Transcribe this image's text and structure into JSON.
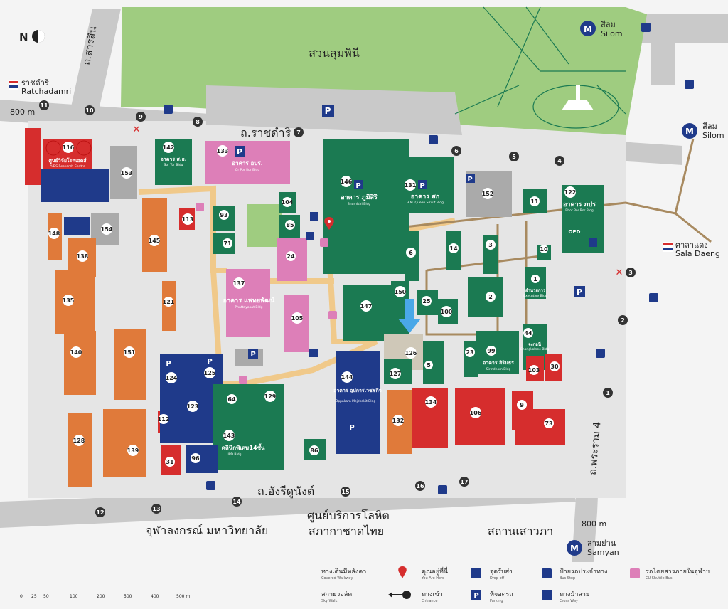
{
  "north_symbol": "N",
  "park": {
    "name": "สวนลุมพินี"
  },
  "roads": {
    "ratchadamri": "ถ.ราชดำริ",
    "sarasin": "ถ.สารสิน",
    "henri_dunant": "ถ.อังรีดูนังต์",
    "rama4": "ถ.พระราม 4"
  },
  "places": {
    "chula": "จุฬาลงกรณ์ มหาวิทยาลัย",
    "blood_line1": "ศูนย์บริการโลหิต",
    "blood_line2": "สภากาชาดไทย",
    "snake_farm": "สถานเสาวภา"
  },
  "stations": {
    "ratchadamri_th": "ราชดำริ",
    "ratchadamri_en": "Ratchadamri",
    "silom_top_th": "สีลม",
    "silom_top_en": "Silom",
    "silom_right_th": "สีลม",
    "silom_right_en": "Silom",
    "saladaeng_th": "ศาลาแดง",
    "saladaeng_en": "Sala Daeng",
    "samyan_th": "สามย่าน",
    "samyan_en": "Samyan",
    "mrt_letter": "M"
  },
  "distances": {
    "left": "800 m",
    "bottom": "800 m"
  },
  "gates": [
    "1",
    "2",
    "3",
    "4",
    "5",
    "6",
    "7",
    "8",
    "9",
    "10",
    "11",
    "12",
    "13",
    "14",
    "15",
    "16",
    "17"
  ],
  "buildings": {
    "b116": {
      "num": "116",
      "name": "ศูนย์วิจัยโรคเอดส์",
      "sub": "AIDS Research Centre"
    },
    "b142": {
      "num": "142",
      "name": "อาคาร ส.ธ.",
      "sub": "Sor Tor Bldg"
    },
    "b133": {
      "num": "133",
      "name": "อาคาร อปร.",
      "sub": "Or Por Ror Bldg"
    },
    "b146": {
      "num": "146",
      "name": "อาคาร ภูมิสิริ",
      "sub": "Bhumisiri Bldg"
    },
    "b131": {
      "num": "131",
      "name": "อาคาร สก",
      "sub": "H.M. Queen Sirikit Bldg"
    },
    "b122": {
      "num": "122",
      "name": "อาคาร ภปร",
      "sub": "Bhor Por Ror Bldg"
    },
    "b137": {
      "num": "137",
      "name": "อาคาร แพทยพัฒน์",
      "sub": "Phattayapat Bldg"
    },
    "b144": {
      "num": "144",
      "name": "อาคาร อุปการเวชชกิจ",
      "sub": "Oppakarn Mejchakit Bldg"
    },
    "b143": {
      "num": "143",
      "name": "คลินิกพิเศษ14ชั้น",
      "sub": "IPD Bldg"
    },
    "b1": {
      "num": "1",
      "name": "อำนวยการ",
      "sub": "Executive Bldg"
    },
    "b44": {
      "num": "44",
      "name": "จงกลนี",
      "sub": "Chongkolnee Bldg"
    },
    "b99": {
      "num": "99",
      "name": "อาคาร สิรินธร",
      "sub": "Sirindhorn Bldg"
    },
    "opd": "OPD",
    "numbers": [
      "153",
      "154",
      "148",
      "138",
      "135",
      "140",
      "151",
      "145",
      "121",
      "113",
      "93",
      "71",
      "104",
      "85",
      "24",
      "105",
      "147",
      "150",
      "25",
      "100",
      "6",
      "14",
      "3",
      "11",
      "10",
      "2",
      "152",
      "126",
      "127",
      "5",
      "23",
      "103",
      "30",
      "9",
      "73",
      "106",
      "134",
      "132",
      "86",
      "64",
      "129",
      "124",
      "125",
      "123",
      "112",
      "31",
      "96",
      "128",
      "139"
    ]
  },
  "legend": {
    "covered_th": "ทางเดินมีหลังคา",
    "covered_en": "Covered Walkway",
    "here_th": "คุณอยู่ที่นี่",
    "here_en": "You Are Here",
    "dropoff_th": "จุดรับส่ง",
    "dropoff_en": "Drop off",
    "busstop_th": "ป้ายรถประจำทาง",
    "busstop_en": "Bus Stop",
    "shuttle_th": "รถโดยสารภายในจุฬาฯ",
    "shuttle_en": "CU Shuttle Bus",
    "skywalk_th": "สกายวอล์ค",
    "skywalk_en": "Sky Walk",
    "entrance_th": "ทางเข้า",
    "entrance_en": "Entrance",
    "parking_th": "ที่จอดรถ",
    "parking_en": "Parking",
    "crosswalk_th": "ทางม้าลาย",
    "crosswalk_en": "Cross Way"
  },
  "scale": {
    "ticks": [
      "0",
      "25",
      "50",
      "100",
      "200",
      "500",
      "400",
      "500 m"
    ]
  },
  "colors": {
    "green": "#1b7a52",
    "navy": "#1f3a8a",
    "orange": "#e07a3a",
    "red": "#d62d2d",
    "pink": "#dd7fb8",
    "gray": "#aaaaaa",
    "park": "#9fcc80",
    "road": "#c9c9c9",
    "walk": "#f0c98a",
    "sky": "#a88a60"
  }
}
